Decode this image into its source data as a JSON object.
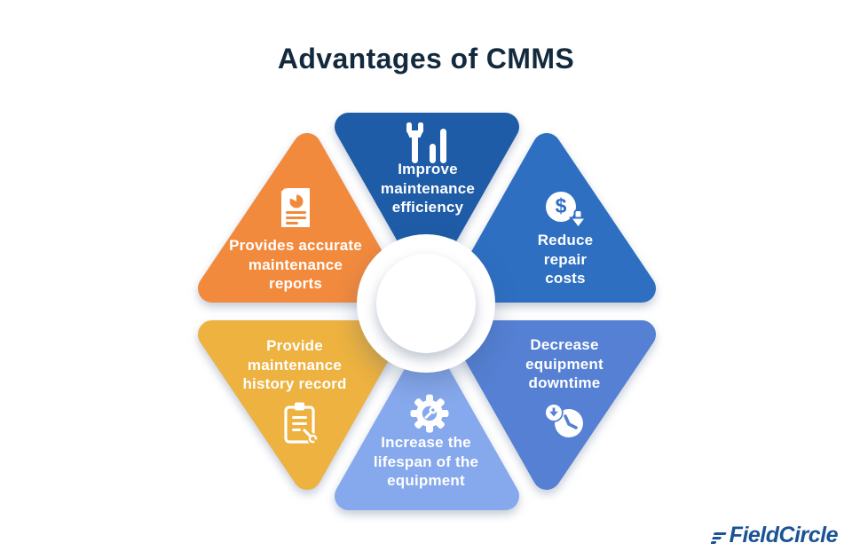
{
  "title": "Advantages of CMMS",
  "title_color": "#132a3e",
  "background_color": "#ffffff",
  "brand": {
    "name": "FieldCircle",
    "color": "#1b5394"
  },
  "segments": [
    {
      "id": "improve-maintenance-efficiency",
      "position": "top",
      "color": "#1e5ca7",
      "icon": "maintenance-tools-icon",
      "label": "Improve\nmaintenance\nefficiency"
    },
    {
      "id": "reduce-repair-costs",
      "position": "top-right",
      "color": "#2e6fc2",
      "icon": "cost-reduction-icon",
      "label": "Reduce\nrepair\ncosts"
    },
    {
      "id": "decrease-equipment-downtime",
      "position": "bottom-right",
      "color": "#5580d3",
      "icon": "downtime-clock-icon",
      "label": "Decrease\nequipment\ndowntime"
    },
    {
      "id": "increase-equipment-lifespan",
      "position": "bottom",
      "color": "#86a8ec",
      "icon": "gear-wrench-icon",
      "label": "Increase the\nlifespan of the\nequipment"
    },
    {
      "id": "maintenance-history-record",
      "position": "bottom-left",
      "color": "#edb23f",
      "icon": "clipboard-wrench-icon",
      "label": "Provide\nmaintenance\nhistory record"
    },
    {
      "id": "accurate-maintenance-reports",
      "position": "top-left",
      "color": "#f28a3d",
      "icon": "report-document-icon",
      "label": "Provides accurate\nmaintenance\nreports"
    }
  ]
}
